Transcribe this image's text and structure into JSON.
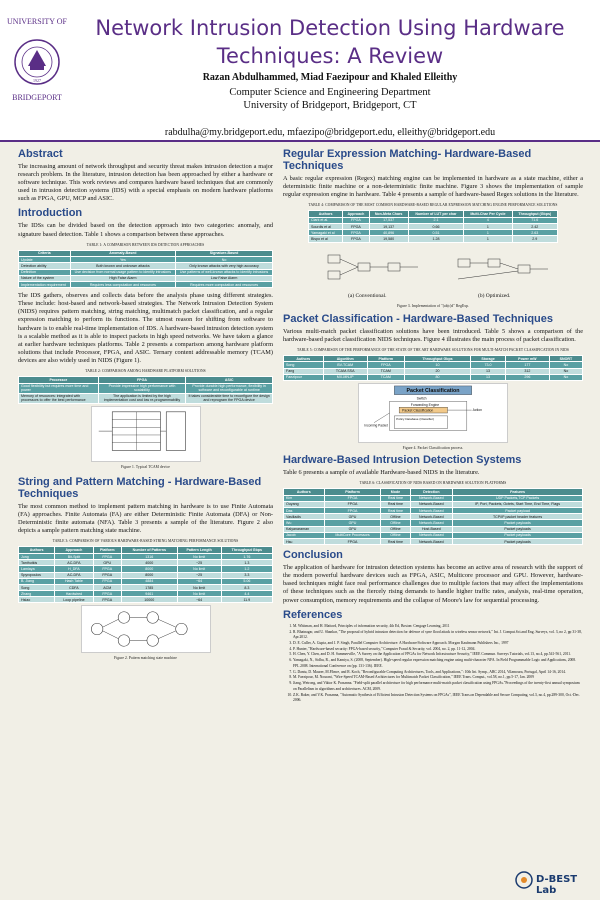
{
  "header": {
    "title_line1": "Network Intrusion Detection Using Hardware",
    "title_line2": "Techniques: A Review",
    "authors": "Razan Abdulhammed, Miad Faezipour and Khaled Elleithy",
    "affil1": "Computer Science and Engineering Department",
    "affil2": "University of Bridgeport, Bridgeport, CT",
    "email": "rabdulha@my.bridgeport.edu, mfaezipo@bridgeport.edu, elleithy@bridgeport.edu",
    "logo_text_top": "UNIVERSITY OF",
    "logo_text_bottom": "BRIDGEPORT",
    "logo_years": "1927"
  },
  "abstract": {
    "heading": "Abstract",
    "text": "The increasing amount of network throughput and security threat makes intrusion detection a major research problem. In the literature, intrusion detection has been approached by either a hardware or software technique. This work reviews and compares hardware based techniques that are commonly used in intrusion detection systems (IDS) with a special emphasis on modern hardware platforms such as FPGA, GPU, MCP and ASIC."
  },
  "introduction": {
    "heading": "Introduction",
    "p1": "The IDSs can be divided based on the detection approach into two categories: anomaly, and signature based detection. Table 1 shows a comparison between these approaches.",
    "table1_caption": "TABLE 1: A COMPARISON BETWEEN IDS DETECTION APPROACHES",
    "table1_headers": [
      "Criteria",
      "Anomaly-Based",
      "Signature-Based"
    ],
    "table1_rows": [
      [
        "Update",
        "Yes",
        "No"
      ],
      [
        "Detection ability",
        "Both known and unknown attacks",
        "Only known attacks with very high accuracy"
      ],
      [
        "Definition",
        "Use decision from normal usage pattern to identify intrusions",
        "Use patterns of well-known attacks to identify intrusions"
      ],
      [
        "Nature of the system",
        "High False Alarm",
        "Low False Alarm"
      ],
      [
        "Implementation requirement",
        "Requires less computation and resources",
        "Requires more computation and resources"
      ]
    ],
    "p2": "The IDS gathers, observes and collects data before the analysis phase using different strategies. These include: host-based and network-based strategies. The Network Intrusion Detection System (NIDS) requires pattern matching, string matching, multimatch packet classification, and a regular expression matching to perform its functions. The utmost reason for shifting from software to hardware is to enable real-time implementation of IDS. A hardware-based intrusion detection system is a scalable method as it is able to inspect packets in high speed networks. We have taken a glance at earlier hardware techniques platforms. Table 2 presents a comparison among hardware platform solutions that include Processor, FPGA, and ASIC. Ternary content addressable memory (TCAM) devices are also widely used in NIDS (Figure 1).",
    "table2_caption": "TABLE 2: COMPARISON AMONG HARDWARE PLATFORM SOLUTIONS",
    "table2_headers": [
      "Processor",
      "FPGA",
      "ASIC"
    ],
    "table2_rows": [
      [
        "Good flexibility but requires more time and power",
        "Provide impressive high performance with scalability",
        "Provide durable high performance, flexibility in software and reconfigurable at runtime"
      ],
      [
        "Memory of resources: integrated with processors to offer the best performance",
        "The application is limited by the high implementation cost and low re-programmability",
        "It takes considerable time to reconfigure the design and reprogram the FPGA device"
      ]
    ],
    "fig1_caption": "Figure 1. Typical TCAM device"
  },
  "string_matching": {
    "heading": "String and Pattern Matching - Hardware-Based Techniques",
    "text": "The most common method to implement pattern matching in hardware is to use Finite Automata (FA) approaches. Finite Automata (FA) are either Deterministic Finite Automata (DFA) or Non-Deterministic finite automata (NFA). Table 3 presents a sample of the literature. Figure 2 also depicts a sample pattern matching state machine.",
    "table3_caption": "TABLE 3: COMPARISON OF VARIOUS HARDWARE-BASED STRING MATCHING PERFORMANCE SOLUTIONS",
    "table3_headers": [
      "Authors",
      "Approach",
      "Platform",
      "Number of Patterns",
      "Pattern Length",
      "Throughput Gbps"
    ],
    "table3_rows": [
      [
        "Jung",
        "Bit-Split",
        "FPGA",
        "1316",
        "No limit",
        "1.76"
      ],
      [
        "Tanthutkis",
        "AC-DFA",
        "GPU",
        "4000",
        "~25",
        "1.3"
      ],
      [
        "Lamiaya",
        "H_DFA",
        "FPGA",
        "8000",
        "No limit",
        "1.2"
      ],
      [
        "Spyropoulos",
        "AC-DFA",
        "FPGA",
        "8000",
        "~25",
        "3.3"
      ],
      [
        "B. Jiang",
        "Hash Table",
        "FPGA",
        "4884",
        "~64",
        "5.06"
      ],
      [
        "Song",
        "CDFA",
        "ACM",
        "1785",
        "No limit",
        "8.3"
      ],
      [
        "Zhang",
        "Hardwired",
        "FPGA",
        "9461",
        "No limit",
        "4.4"
      ],
      [
        "Hsiao",
        "Loop pipeline",
        "FPGA",
        "10000",
        "~64",
        "11.9"
      ]
    ],
    "fig2_caption": "Figure 2. Pattern matching state machine"
  },
  "regex": {
    "heading": "Regular Expression Matching- Hardware-Based Techniques",
    "text": "A basic regular expression (Regex) matching engine can be implemented in hardware as a state machine, either a deterministic finite machine or a non-deterministic finite machine. Figure 3 shows the implementation of sample regular expression engine in hardware. Table 4 presents a sample of hardware-based Regex solutions in the literature.",
    "table4_caption": "TABLE 4: COMPARISON OF THE MOST COMMON HARDWARE-BASED REGULAR EXPRESSION MATCHING ENGINE PERFORMANCE SOLUTIONS",
    "table4_headers": [
      "Authors",
      "Approach",
      "Non-Meta Chars",
      "Number of LUT per char",
      "Multi-Char Per Cycle",
      "Throughput (Gbps)"
    ],
    "table4_rows": [
      [
        "Clark et al.",
        "FPGA",
        "17,537",
        "2.1",
        "4",
        "71.6"
      ],
      [
        "Sourdis et al",
        "FPGA",
        "19,137",
        "0.66",
        "1",
        "2.42"
      ],
      [
        "Yamagaki et al",
        "FPGA",
        "40,896",
        "0.51",
        "1",
        "2.63"
      ],
      [
        "Bispo et al",
        "FPGA",
        "19,580",
        "1.28",
        "1",
        "2.9"
      ]
    ],
    "fig3_label_a": "(a) Conventional.",
    "fig3_label_b": "(b) Optimized.",
    "fig3_caption": "Figure 3. Implementation of \"(ab|c)d\" RegExp."
  },
  "packet": {
    "heading": "Packet Classification - Hardware-Based Techniques",
    "text": "Various multi-match packet classification solutions have been introduced. Table 5 shows a comparison of the hardware-based packet classification NIDS techniques. Figure 4 illustrates the main process of packet classification.",
    "table5_caption": "TABLE 5: COMPARISON OF THE PERFORMANCE OF THE STATE OF THE ART HARDWARE SOLUTIONS FOR MULTI-MATCH PACKET CLASSIFICATION IN NIDS",
    "table5_headers": [
      "Authors",
      "Algorithm",
      "Platform",
      "Throughput Gbps",
      "Storage",
      "Power mW",
      "SNORT"
    ],
    "table5_rows": [
      [
        "Song",
        "BV-TCAM",
        "FPGA",
        "10",
        "73.0",
        "177",
        "No"
      ],
      [
        "Fang",
        "TCAM-SSA",
        "TCAM",
        "20",
        "13",
        "312",
        "No"
      ],
      [
        "Faezipour",
        "MX-MN-IP",
        "TCAM",
        "80",
        "13",
        "296",
        "No"
      ]
    ],
    "fig4_title": "Packet Classification",
    "fig4_switch": "Switch",
    "fig4_engine": "Forwarding Engine",
    "fig4_classification": "Packet Classification",
    "fig4_action": "Action",
    "fig4_incoming": "Incoming Packet",
    "fig4_db": "Policy Database (Classifier)",
    "fig4_caption": "Figure 4. Packet Classification process."
  },
  "hw_ids": {
    "heading": "Hardware-Based Intrusion Detection Systems",
    "text": "Table 6 presents a sample of available Hardware-based NIDS in the literature.",
    "table6_caption": "TABLE 6: CLASSIFICATION OF NIDS BASED ON HARDWARE SOLUTION PLATFORMS",
    "table6_headers": [
      "Authors",
      "Platform",
      "Mode",
      "Detection",
      "Features"
    ],
    "table6_rows": [
      [
        "Kim",
        "FPGA",
        "Real time",
        "Network-Based",
        "UDP Packets,TCP Packets"
      ],
      [
        "Ouyang",
        "FPGA",
        "Real time",
        "Network-Based",
        "IP, Port, Packets, Octets, Start Time, End Time, Flags"
      ],
      [
        "Das",
        "FPGA",
        "Real time",
        "Network-Based",
        "Packet payload"
      ],
      [
        "Vasiliadis",
        "GPU",
        "Offline",
        "Network-Based",
        "TCP/IP packet header features"
      ],
      [
        "Wu",
        "GPU",
        "Offline",
        "Network-Based",
        "Packet payloads"
      ],
      [
        "Kalyanaraman",
        "GPU",
        "Offline",
        "Host-Based",
        "Packet payloads"
      ],
      [
        "Jacob",
        "MultiCore Processors",
        "Offline",
        "Network-Based",
        "Packet payloads"
      ],
      [
        "Hsu",
        "FPGA",
        "Real time",
        "Network-Based",
        "Packet payloads"
      ]
    ]
  },
  "conclusion": {
    "heading": "Conclusion",
    "text": "The application of hardware for intrusion detection systems has become an active area of research with the support of the modern powerful hardware devices such as FPGA, ASIC, Multicore processor and GPU. However, hardware-based techniques might face real performance challenges due to multiple factors that may affect the implementations of these techniques such as the fiercely rising demands to handle higher traffic rates, analysis, real-time operation, power consumption, memory requirements and the collapse of Moore's law for sequential processing."
  },
  "references": {
    "heading": "References",
    "items": [
      "M. Whitman, and H. Mattord, Principles of information security, 4th Ed, Boston: Cengage Learning, 2011",
      "R. Bhatnagar, and U. Shankar, \"The proposal of hybrid intrusion detection for defence of syne flood attack in wireless sensor network,\" Int. J. Comput.Sci.and Eng. Surveys, vol. 3, no 2, pp 31-38, Apr.2012.",
      "D. E. Culler, A. Gupta, and J. P. Singh, Parallel Computer Architecture: A Hardware/Software Approach. Morgan Kaufmann Publishers Inc., 1997",
      "P. Hunter, \"Hardware-based security: FPGA-based security,\" Computer Fraud & Security, vol. 2004, no. 2, pp. 11-12, 2004.",
      "H. Chen, Y. Chen, and D. H. Summerville, \"A Survey on the Application of FPGAs for Network Infrastructure Security,\" IEEE Commun. Surveys Tutorials, vol.13, no.4, pp.541-561, 2011.",
      "Yamagaki, N., Sidhu, R., and Kamiya, S. (2008, September). High-speed regular expression matching engine using multi-character NFA. In Field Programmable Logic and Applications, 2008. FPL 2008. International Conference on (pp. 131-136). IEEE.",
      "G. Dantu, D. Maurer, M.P.Imre, and R. Koch, \"Reconfigurable Computing Architectures, Tools, and Applications,\": 10th Int. Symp., ARC 2014, Vilamoura, Portugal, April 14-16, 2014.",
      "M. Faezipour, M. Nourani, \"Wire-Speed TCAM-Based Architectures for Multimatch Packet Classification,\" IEEE Trans. Comput., vol.58, no.1, pp.5-17, Jan. 2009",
      "Jiang, Weirong, and Viktor K. Prasanna. \"Field-split parallel architecture for high performance multi-match packet classification using FPGAs.\"Proceedings of the twenty-first annual symposium on Parallelism in algorithms and architectures. ACM, 2009.",
      "Z.K. Baker, and V.K. Prasanna, \"Automatic Synthesis of Efficient Intrusion Detection Systems on FPGAs\", IEEE Trans.on Dependable and Secure Computing, vol.3, no.4, pp.289-300, Oct.-Dec. 2006."
    ]
  },
  "footer": {
    "lab_name": "D-BEST Lab"
  },
  "colors": {
    "title": "#5a2e86",
    "heading": "#2a4b8a",
    "table_head": "#4c8c8e",
    "table_alt": "#59a0a3",
    "table_row": "#bfdcdc",
    "background": "#f1efe6"
  }
}
